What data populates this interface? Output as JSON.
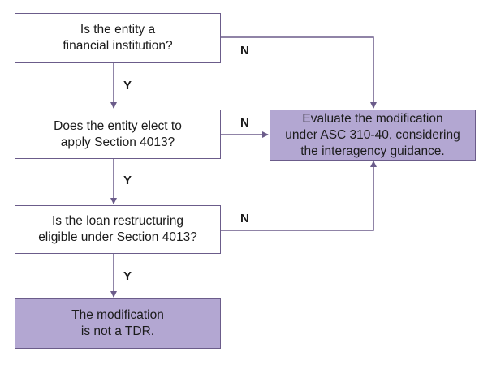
{
  "diagram": {
    "q1": "Is the entity a\nfinancial institution?",
    "q2": "Does the entity elect to\napply Section 4013?",
    "q3": "Is the loan restructuring\neligible under Section 4013?",
    "outcome_evaluate": "Evaluate the modification\nunder ASC 310-40, considering\nthe interagency guidance.",
    "outcome_not_tdr": "The modification\nis not a TDR.",
    "labels": {
      "y1": "Y",
      "y2": "Y",
      "y3": "Y",
      "n1": "N",
      "n2": "N",
      "n3": "N"
    },
    "colors": {
      "border": "#6b5c8a",
      "arrow": "#6b5c8a",
      "outcome_fill": "#b3a7d2"
    }
  }
}
